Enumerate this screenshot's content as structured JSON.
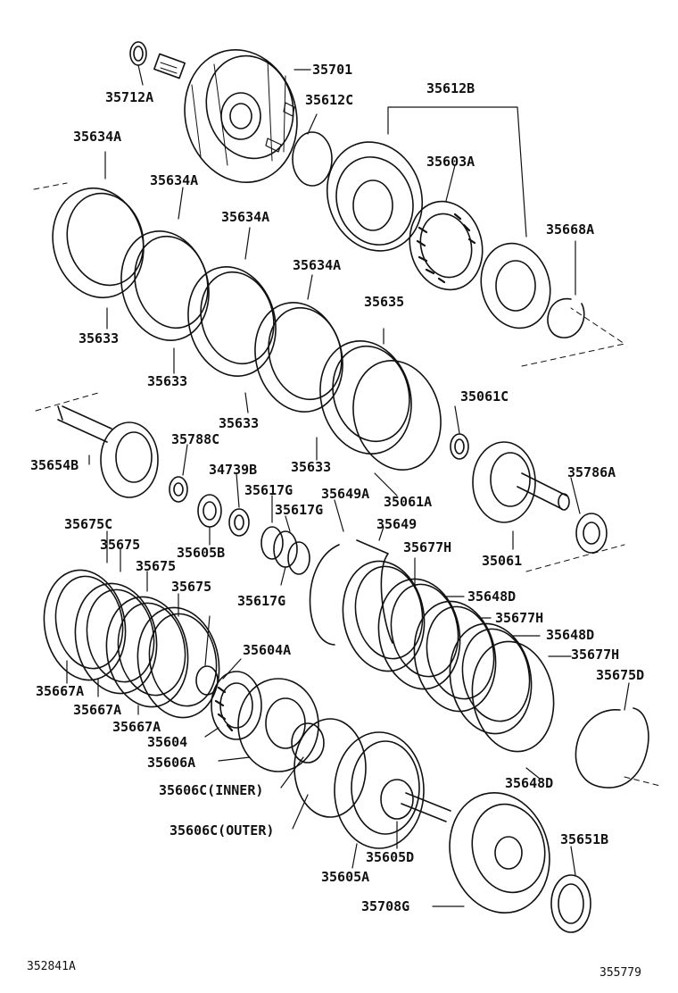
{
  "diagram": {
    "labels": {
      "p35701": "35701",
      "p35712A": "35712A",
      "p35612C": "35612C",
      "p35612B": "35612B",
      "p35603A": "35603A",
      "p35668A": "35668A",
      "p35634A_1": "35634A",
      "p35634A_2": "35634A",
      "p35634A_3": "35634A",
      "p35634A_4": "35634A",
      "p35633_1": "35633",
      "p35633_2": "35633",
      "p35633_3": "35633",
      "p35633_4": "35633",
      "p35635": "35635",
      "p35061C": "35061C",
      "p35061A": "35061A",
      "p35654B": "35654B",
      "p35788C": "35788C",
      "p34739B": "34739B",
      "p35617G_1": "35617G",
      "p35617G_2": "35617G",
      "p35617G_3": "35617G",
      "p35649A": "35649A",
      "p35649": "35649",
      "p35786A": "35786A",
      "p35061": "35061",
      "p35605B": "35605B",
      "p35675C": "35675C",
      "p35675_1": "35675",
      "p35675_2": "35675",
      "p35675_3": "35675",
      "p35677H_1": "35677H",
      "p35677H_2": "35677H",
      "p35677H_3": "35677H",
      "p35648D_1": "35648D",
      "p35648D_2": "35648D",
      "p35648D_3": "35648D",
      "p35675D": "35675D",
      "p35604A": "35604A",
      "p35667A_1": "35667A",
      "p35667A_2": "35667A",
      "p35667A_3": "35667A",
      "p35604": "35604",
      "p35606A": "35606A",
      "p35606C_inner": "35606C(INNER)",
      "p35606C_outer": "35606C(OUTER)",
      "p35605D": "35605D",
      "p35605A": "35605A",
      "p35651B": "35651B",
      "p35708G": "35708G",
      "footer_left": "352841A",
      "footer_right": "355779"
    }
  }
}
